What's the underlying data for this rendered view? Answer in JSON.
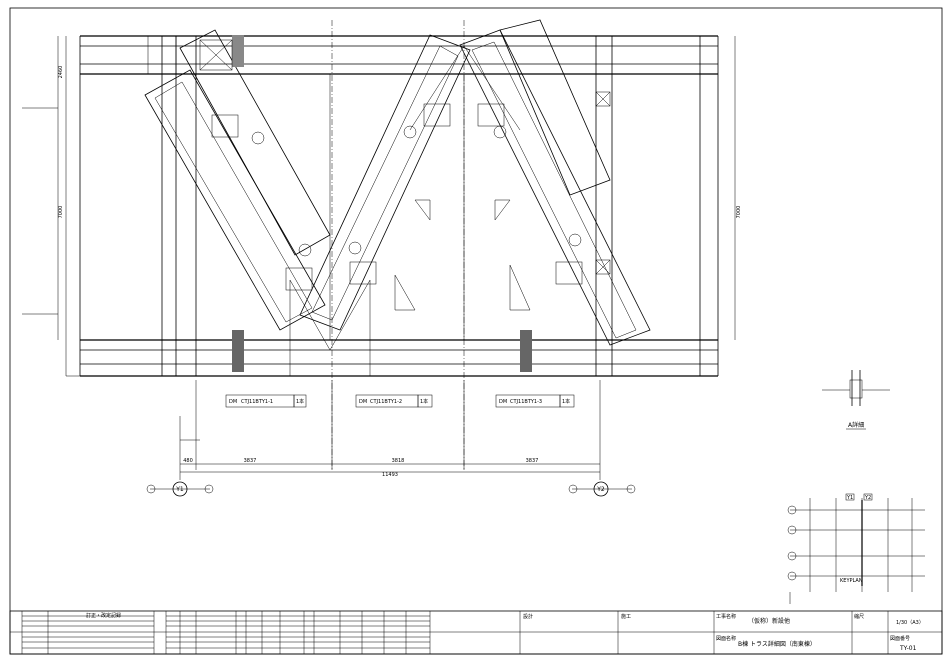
{
  "drawing": {
    "grid_left": "Y1",
    "grid_right": "Y2",
    "member_labels": [
      {
        "code": "DM",
        "mark": "CTJ11BTY1-1",
        "qty": "1本"
      },
      {
        "code": "DM",
        "mark": "CTJ11BTY1-2",
        "qty": "1本"
      },
      {
        "code": "DM",
        "mark": "CTJ11BTY1-3",
        "qty": "1本"
      }
    ],
    "dimensions": {
      "span_left": "3837",
      "span_mid": "3818",
      "span_right": "3837",
      "total": "11493",
      "left_edge": "480",
      "height_total": "7000",
      "height_upper": "2460"
    },
    "detail_caption": "A詳細"
  },
  "key_plan": {
    "label_top_left": "Y1",
    "label_top_right": "Y2",
    "caption": "KEYPLAN"
  },
  "title_block": {
    "project_label": "工事名称",
    "project_name": "（仮称）新設他",
    "drawing_label": "図面名称",
    "drawing_name": "B棟 トラス詳細図（南東棟）",
    "scale_label": "縮尺",
    "scale": "1/30（A3）",
    "number_label": "図面番号",
    "number_value": "TY-01",
    "rev_header": "訂正・改定記録",
    "design_label": "設計",
    "construction_label": "施工"
  }
}
